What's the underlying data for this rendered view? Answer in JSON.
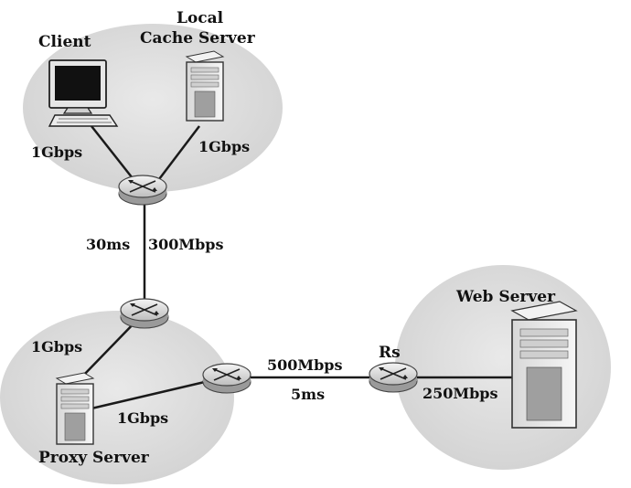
{
  "nodes": {
    "client": "Client",
    "local_cache_line1": "Local",
    "local_cache_line2": "Cache Server",
    "proxy_server": "Proxy Server",
    "web_server": "Web Server",
    "rs_router": "Rs"
  },
  "links": {
    "client_to_router": "1Gbps",
    "cache_to_router": "1Gbps",
    "backbone_delay": "30ms",
    "backbone_bandwidth": "300Mbps",
    "proxy_router_to_proxy": "1Gbps",
    "proxy_to_edge_router": "1Gbps",
    "edge_to_rs_bandwidth": "500Mbps",
    "edge_to_rs_delay": "5ms",
    "rs_to_web_server": "250Mbps"
  }
}
